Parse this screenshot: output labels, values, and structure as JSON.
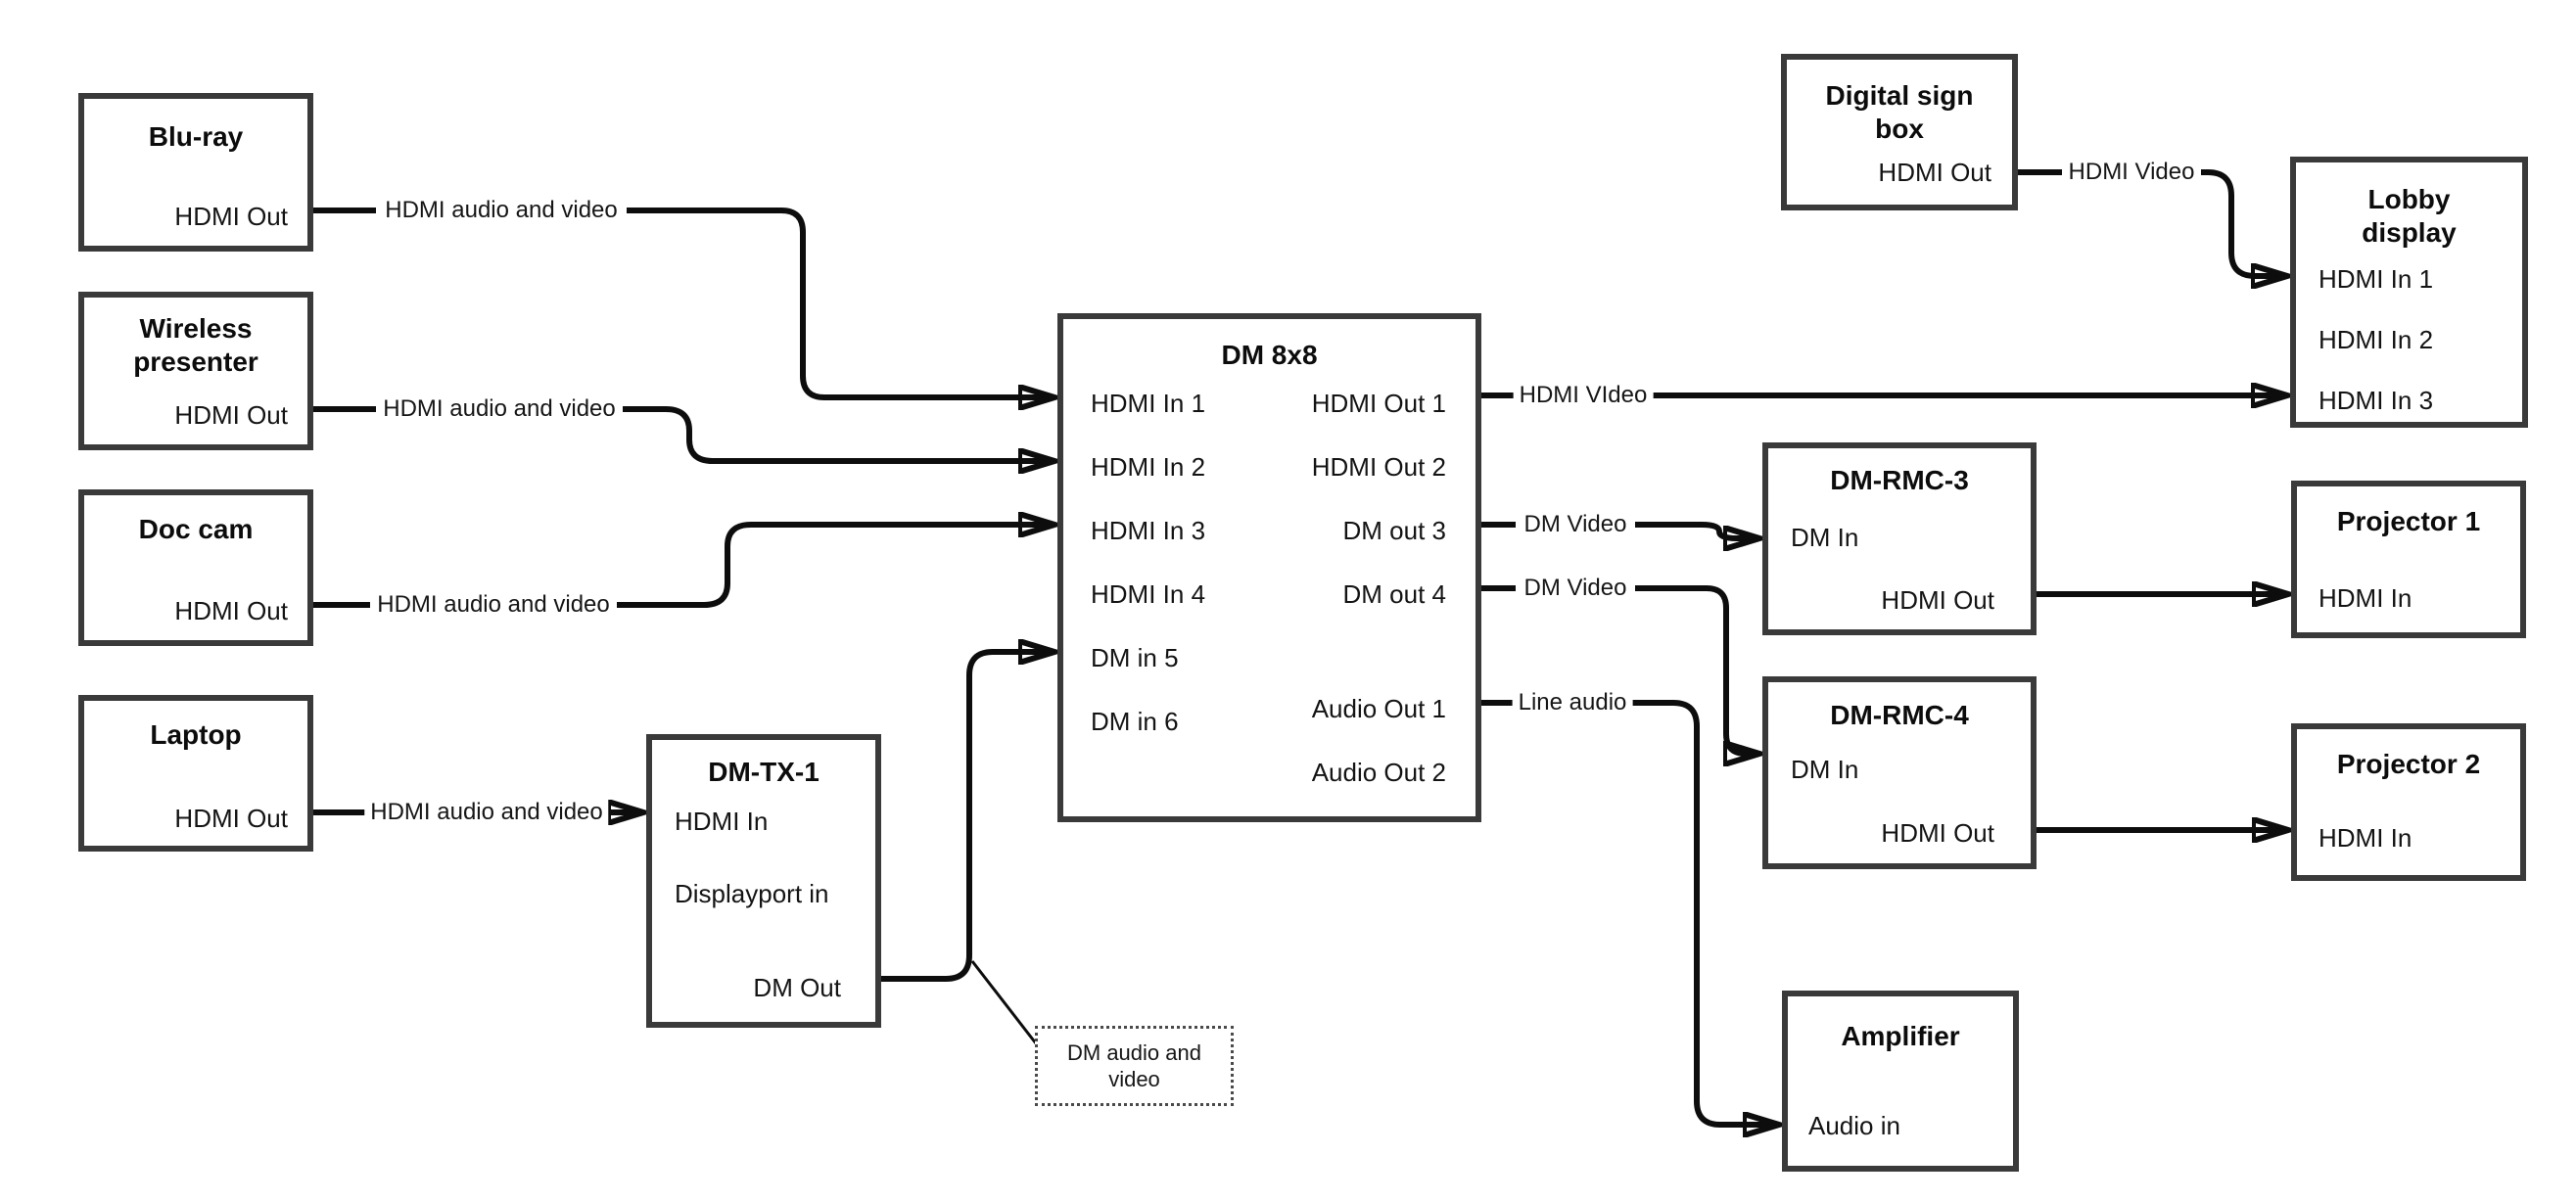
{
  "diagram": {
    "colors": {
      "background": "#ffffff",
      "connector_line": "#0d0d0d",
      "box_border": "#3a3a3a"
    },
    "nodes": {
      "bluray": {
        "title": "Blu-ray",
        "ports": {
          "hdmi_out": "HDMI Out"
        }
      },
      "wireless_presenter": {
        "title": "Wireless presenter",
        "ports": {
          "hdmi_out": "HDMI Out"
        }
      },
      "doc_cam": {
        "title": "Doc cam",
        "ports": {
          "hdmi_out": "HDMI Out"
        }
      },
      "laptop": {
        "title": "Laptop",
        "ports": {
          "hdmi_out": "HDMI Out"
        }
      },
      "dm_tx_1": {
        "title": "DM-TX-1",
        "ports": {
          "hdmi_in": "HDMI In",
          "displayport_in": "Displayport in",
          "dm_out": "DM Out"
        }
      },
      "dm_8x8": {
        "title": "DM 8x8",
        "ports": {
          "hdmi_in_1": "HDMI In 1",
          "hdmi_in_2": "HDMI In 2",
          "hdmi_in_3": "HDMI In 3",
          "hdmi_in_4": "HDMI In 4",
          "dm_in_5": "DM in 5",
          "dm_in_6": "DM in 6",
          "hdmi_out_1": "HDMI Out 1",
          "hdmi_out_2": "HDMI Out 2",
          "dm_out_3": "DM out 3",
          "dm_out_4": "DM out 4",
          "audio_out_1": "Audio Out 1",
          "audio_out_2": "Audio Out 2"
        }
      },
      "digital_sign_box": {
        "title": "Digital sign box",
        "ports": {
          "hdmi_out": "HDMI Out"
        }
      },
      "lobby_display": {
        "title": "Lobby display",
        "ports": {
          "hdmi_in_1": "HDMI In 1",
          "hdmi_in_2": "HDMI In 2",
          "hdmi_in_3": "HDMI In 3"
        }
      },
      "dm_rmc_3": {
        "title": "DM-RMC-3",
        "ports": {
          "dm_in": "DM In",
          "hdmi_out": "HDMI Out"
        }
      },
      "projector_1": {
        "title": "Projector 1",
        "ports": {
          "hdmi_in": "HDMI In"
        }
      },
      "dm_rmc_4": {
        "title": "DM-RMC-4",
        "ports": {
          "dm_in": "DM In",
          "hdmi_out": "HDMI Out"
        }
      },
      "projector_2": {
        "title": "Projector 2",
        "ports": {
          "hdmi_in": "HDMI In"
        }
      },
      "amplifier": {
        "title": "Amplifier",
        "ports": {
          "audio_in": "Audio in"
        }
      }
    },
    "connection_labels": {
      "bluray_to_dm8x8": "HDMI audio and video",
      "wireless_to_dm8x8": "HDMI audio and video",
      "doccam_to_dm8x8": "HDMI audio and video",
      "laptop_to_dmtx1": "HDMI audio and video",
      "hdmiout1_to_lobby": "HDMI VIdeo",
      "dmout3_to_rmc3": "DM Video",
      "dmout4_to_rmc4": "DM Video",
      "audioout1_to_amplifier": "Line audio",
      "digitalsign_to_lobby": "HDMI Video"
    },
    "annotation": {
      "note": "DM audio and video"
    }
  }
}
